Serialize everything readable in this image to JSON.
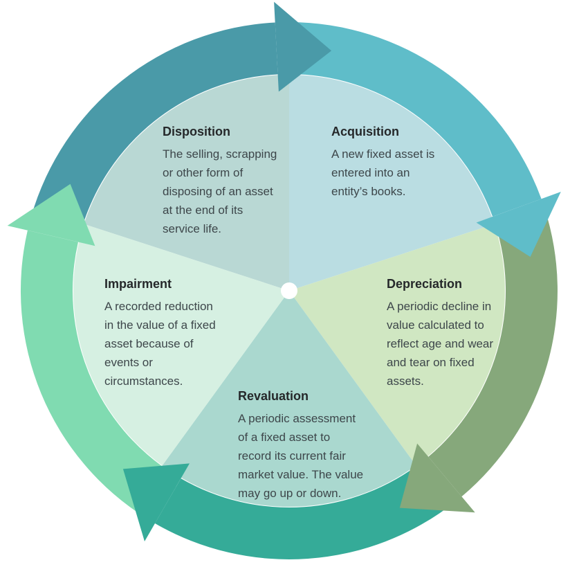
{
  "diagram": {
    "background_color": "#ffffff",
    "center_dot_color": "#ffffff",
    "title_color": "#25282a",
    "body_color": "#3d464a",
    "segments": [
      {
        "id": "disposition",
        "title": "Disposition",
        "description": "The selling, scrapping or other form of disposing of an asset at the end of its service life.",
        "wedge_color": "#b9d8d4",
        "angles": {
          "from": 162,
          "to": 90
        }
      },
      {
        "id": "acquisition",
        "title": "Acquisition",
        "description": "A new fixed asset is entered into an entity’s books.",
        "wedge_color": "#badde2",
        "angles": {
          "from": 90,
          "to": 18
        }
      },
      {
        "id": "depreciation",
        "title": "Depreciation",
        "description": "A periodic decline in value calculated to reflect age and wear and tear on fixed assets.",
        "wedge_color": "#d0e7c2",
        "angles": {
          "from": 18,
          "to": -54
        }
      },
      {
        "id": "revaluation",
        "title": "Revaluation",
        "description": "A periodic assessment of a fixed asset to record its current fair market value. The value may go up or down.",
        "wedge_color": "#aad8cf",
        "angles": {
          "from": -54,
          "to": -126
        }
      },
      {
        "id": "impairment",
        "title": "Impairment",
        "description": "A recorded reduction in the value of a fixed asset because of events or circumstances.",
        "wedge_color": "#d6f0e2",
        "angles": {
          "from": -126,
          "to": -198
        }
      }
    ],
    "arrows": [
      {
        "id": "arrow-top",
        "color": "#4a9aa8",
        "tail": 164,
        "head_base": 93,
        "head_tip": 80
      },
      {
        "id": "arrow-right",
        "color": "#5fbdc9",
        "tail": 90,
        "head_base": 20,
        "head_tip": 8
      },
      {
        "id": "arrow-bottom-right",
        "color": "#86a87b",
        "tail": 18,
        "head_base": -50,
        "head_tip": -63
      },
      {
        "id": "arrow-bottom-left",
        "color": "#35ab98",
        "tail": -52,
        "head_base": -120,
        "head_tip": -133
      },
      {
        "id": "arrow-left",
        "color": "#80dbb1",
        "tail": -122,
        "head_base": -193,
        "head_tip": -206
      }
    ]
  }
}
